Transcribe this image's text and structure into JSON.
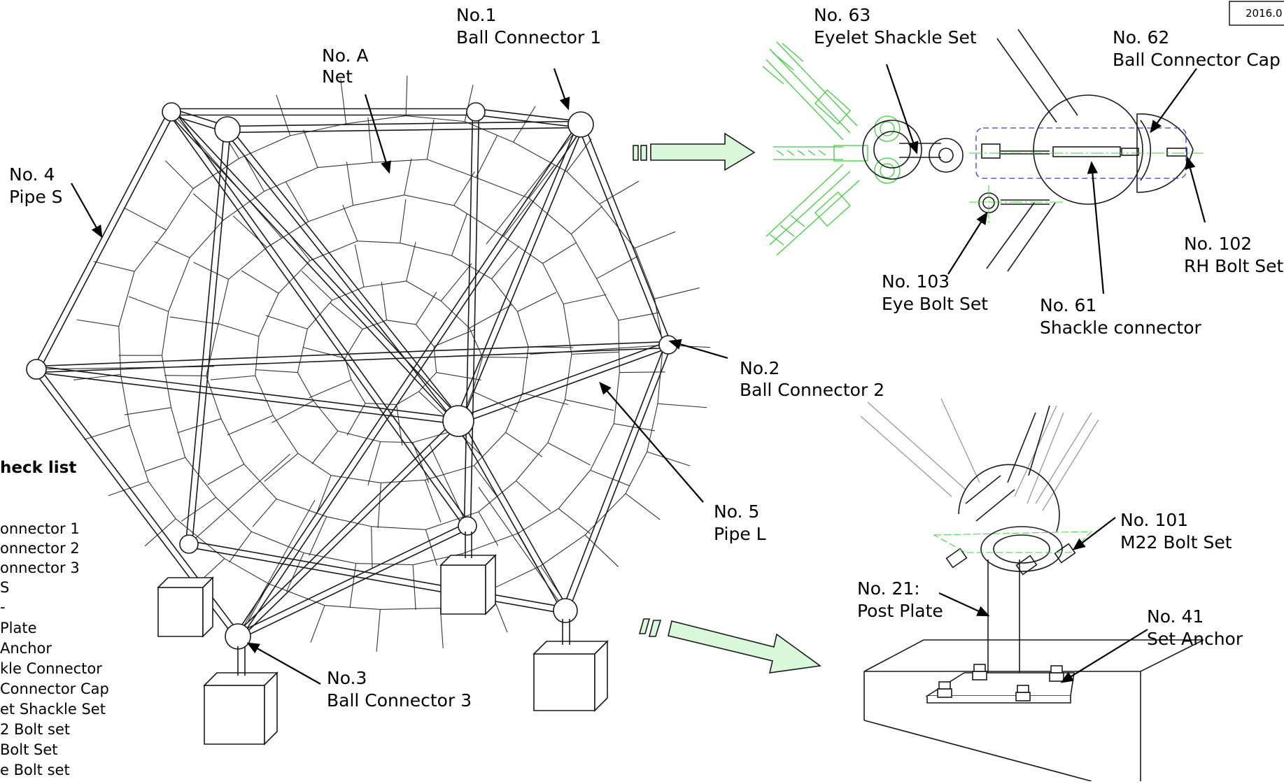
{
  "date_stamp": "2016.0",
  "labels": {
    "noA": {
      "num": "No. A",
      "name": "Net"
    },
    "no1": {
      "num": "No.1",
      "name": "Ball Connector 1"
    },
    "no2": {
      "num": "No.2",
      "name": "Ball Connector 2"
    },
    "no3": {
      "num": "No.3",
      "name": "Ball Connector 3"
    },
    "no4": {
      "num": "No. 4",
      "name": "Pipe S"
    },
    "no5": {
      "num": "No. 5",
      "name": "Pipe L"
    },
    "no63": {
      "num": "No. 63",
      "name": "Eyelet Shackle Set"
    },
    "no62": {
      "num": "No. 62",
      "name": "Ball Connector Cap"
    },
    "no102": {
      "num": "No. 102",
      "name": "RH Bolt Set"
    },
    "no103": {
      "num": "No. 103",
      "name": "Eye Bolt Set"
    },
    "no61": {
      "num": "No. 61",
      "name": "Shackle connector"
    },
    "no101": {
      "num": "No. 101",
      "name": "M22 Bolt  Set"
    },
    "no21": {
      "num": "No. 21:",
      "name": "Post Plate"
    },
    "no41": {
      "num": "No. 41",
      "name": "Set Anchor"
    }
  },
  "checklist": {
    "title": "heck list",
    "items": [
      "onnector 1",
      "onnector 2",
      "onnector 3",
      "S",
      "-",
      " Plate",
      "Anchor",
      "kle Connector",
      "Connector Cap",
      "et Shackle Set",
      "2 Bolt set",
      " Bolt Set",
      "e Bolt set"
    ]
  },
  "colors": {
    "line": "#1a1a1a",
    "detail_green": "#3fcf3f",
    "arrow_fill": "#d9f7d9",
    "dash_blue": "#3a3ad6"
  }
}
